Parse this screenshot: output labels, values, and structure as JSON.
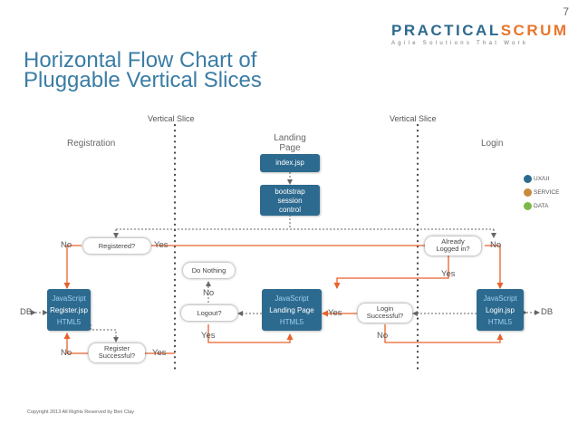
{
  "slide": {
    "page_number": "7",
    "title_line1": "Horizontal Flow Chart of",
    "title_line2": "Pluggable Vertical Slices",
    "footer": "Copyright 2013 All Rights Reserved by Ben Clay"
  },
  "logo": {
    "practical": "PRACTICAL",
    "scrum": "SCRUM",
    "tagline": "Agile Solutions That Work"
  },
  "slices": {
    "left_label": "Vertical Slice",
    "right_label": "Vertical Slice"
  },
  "sections": {
    "registration": "Registration",
    "landing_line1": "Landing",
    "landing_line2": "Page",
    "login": "Login"
  },
  "legend": [
    {
      "label": "UX/UI",
      "color": "#2d6a8f"
    },
    {
      "label": "SERVICE",
      "color": "#c98a3c"
    },
    {
      "label": "DATA",
      "color": "#7cb94a"
    }
  ],
  "boxes": {
    "index": {
      "line1": "index.jsp"
    },
    "bootstrap": {
      "line1": "bootstrap",
      "line2": "session",
      "line3": "control"
    },
    "register": {
      "line1": "JavaScript",
      "line2": "Register.jsp",
      "line3": "HTML5"
    },
    "landing": {
      "line1": "JavaScript",
      "line2": "Landing Page",
      "line3": "HTML5"
    },
    "login": {
      "line1": "JavaScript",
      "line2": "Login.jsp",
      "line3": "HTML5"
    }
  },
  "decisions": {
    "registered": {
      "line1": "Registered?"
    },
    "register_successful": {
      "line1": "Register",
      "line2": "Successful?"
    },
    "do_nothing": {
      "line1": "Do Nothing"
    },
    "logout": {
      "line1": "Logout?"
    },
    "login_successful": {
      "line1": "Login",
      "line2": "Successful?"
    },
    "already_logged_in": {
      "line1": "Already",
      "line2": "Logged in?"
    }
  },
  "labels": {
    "no_registered": "No",
    "yes_registered": "Yes",
    "no_register_success": "No",
    "yes_register_success": "Yes",
    "db_left": "DB",
    "db_right": "DB",
    "no_logout": "No",
    "yes_logout": "Yes",
    "yes_login_success": "Yes",
    "no_login_success": "No",
    "yes_already": "Yes",
    "no_already": "No"
  },
  "colors": {
    "box_blue": "#2d6a8f",
    "title_blue": "#3a7da5",
    "arrow_orange": "#e8602a",
    "logo_orange": "#e8762c"
  }
}
